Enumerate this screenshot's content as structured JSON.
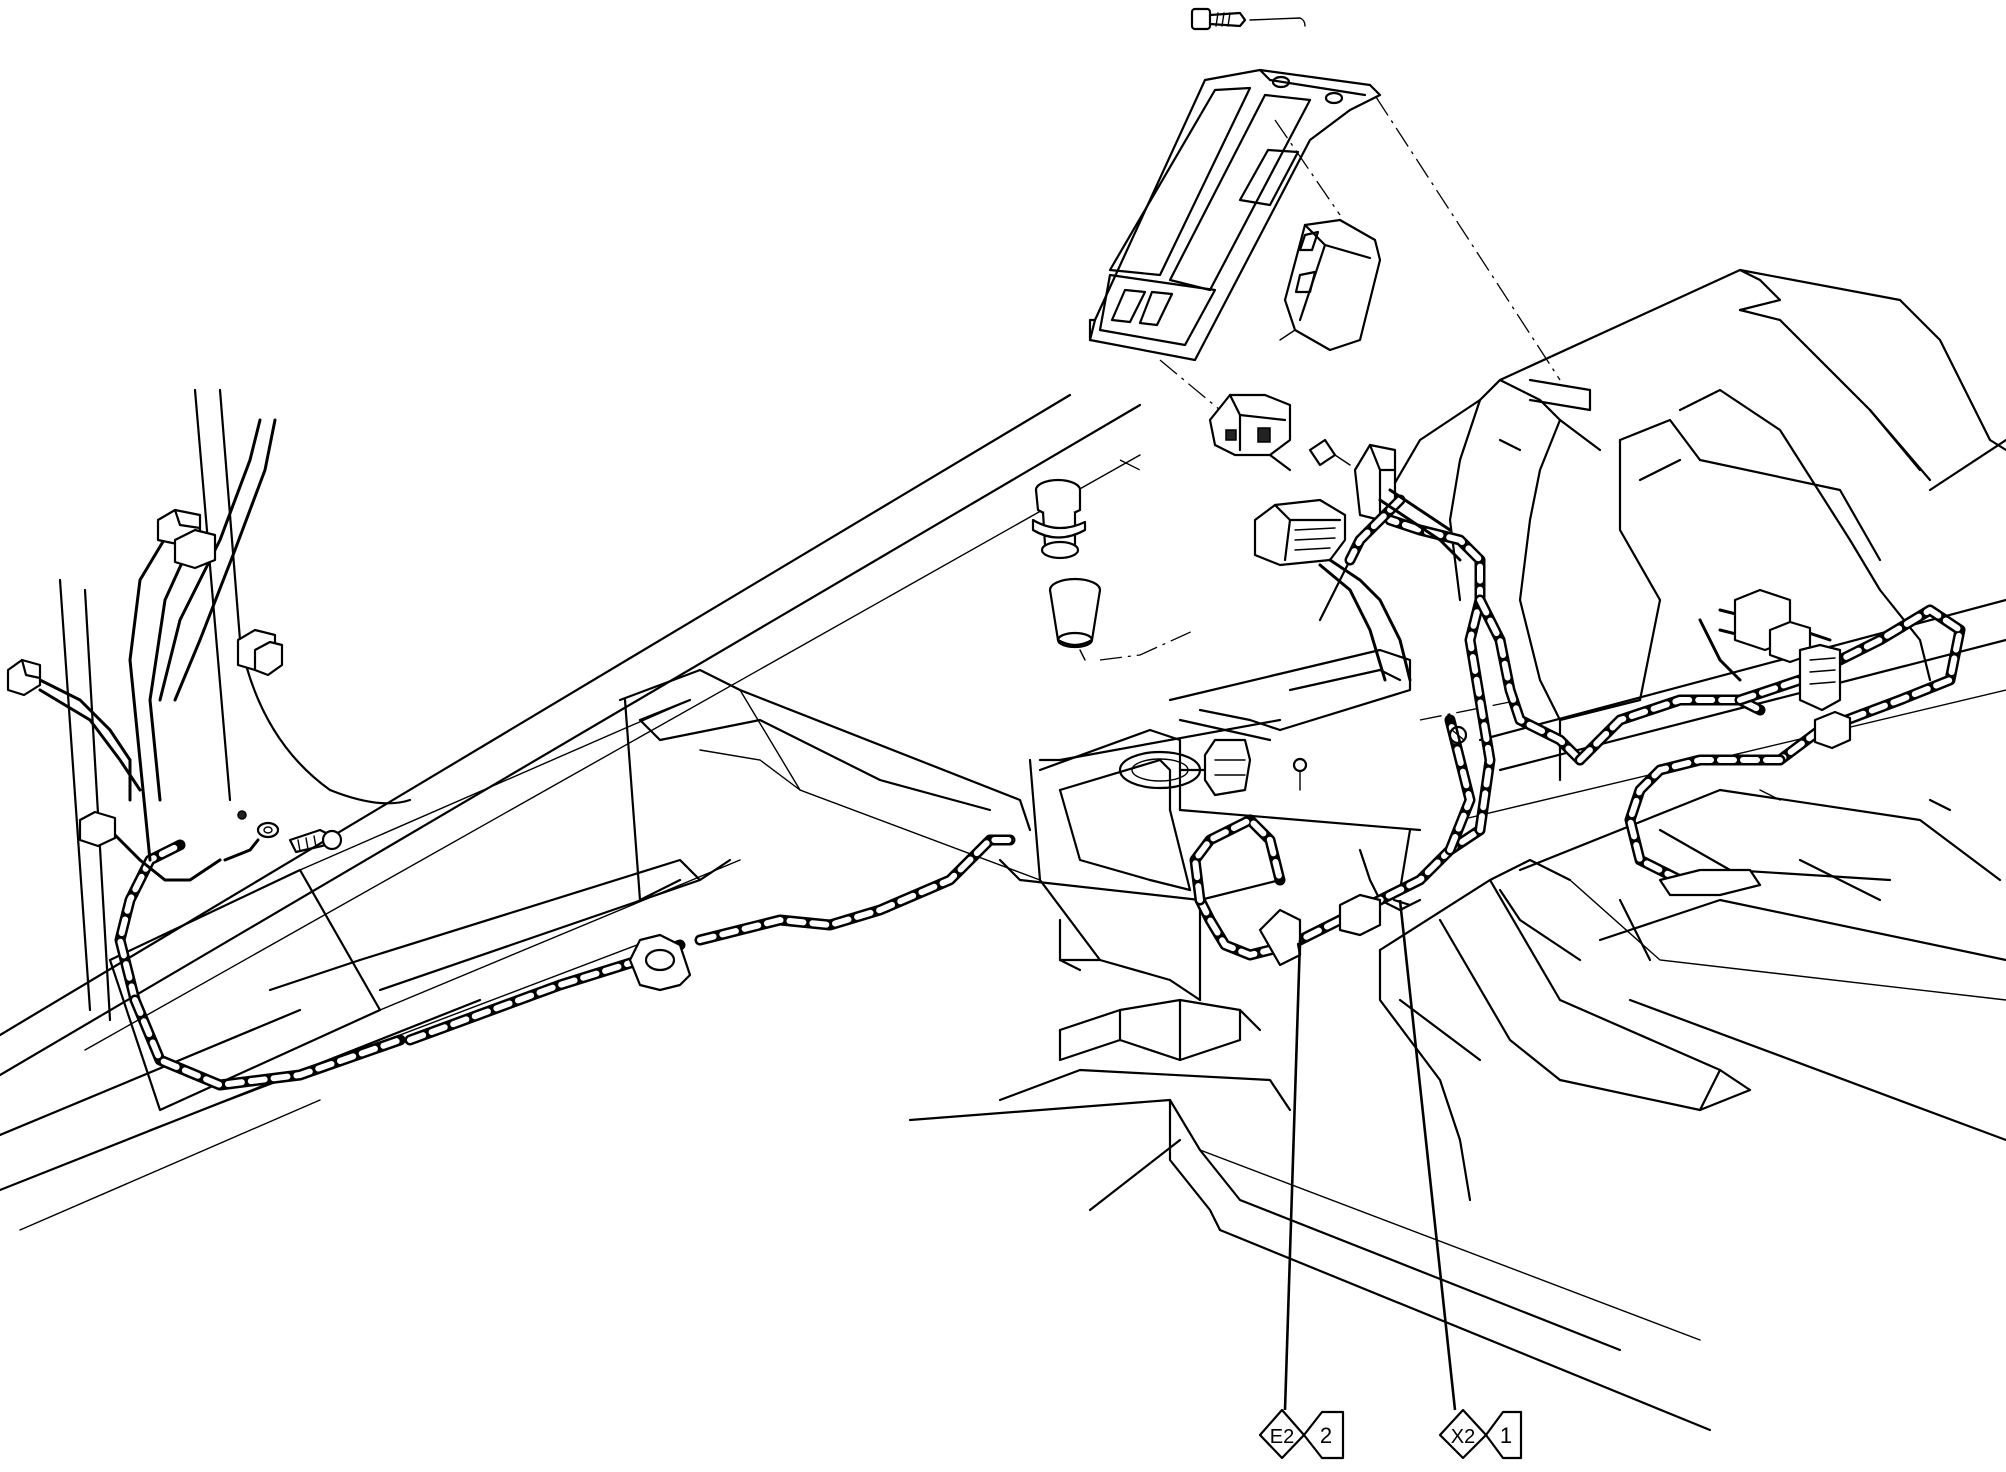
{
  "callouts": [
    {
      "id": "e2-callout",
      "code": "E2",
      "number": "2"
    },
    {
      "id": "x2-callout",
      "code": "X2",
      "number": "1"
    }
  ]
}
